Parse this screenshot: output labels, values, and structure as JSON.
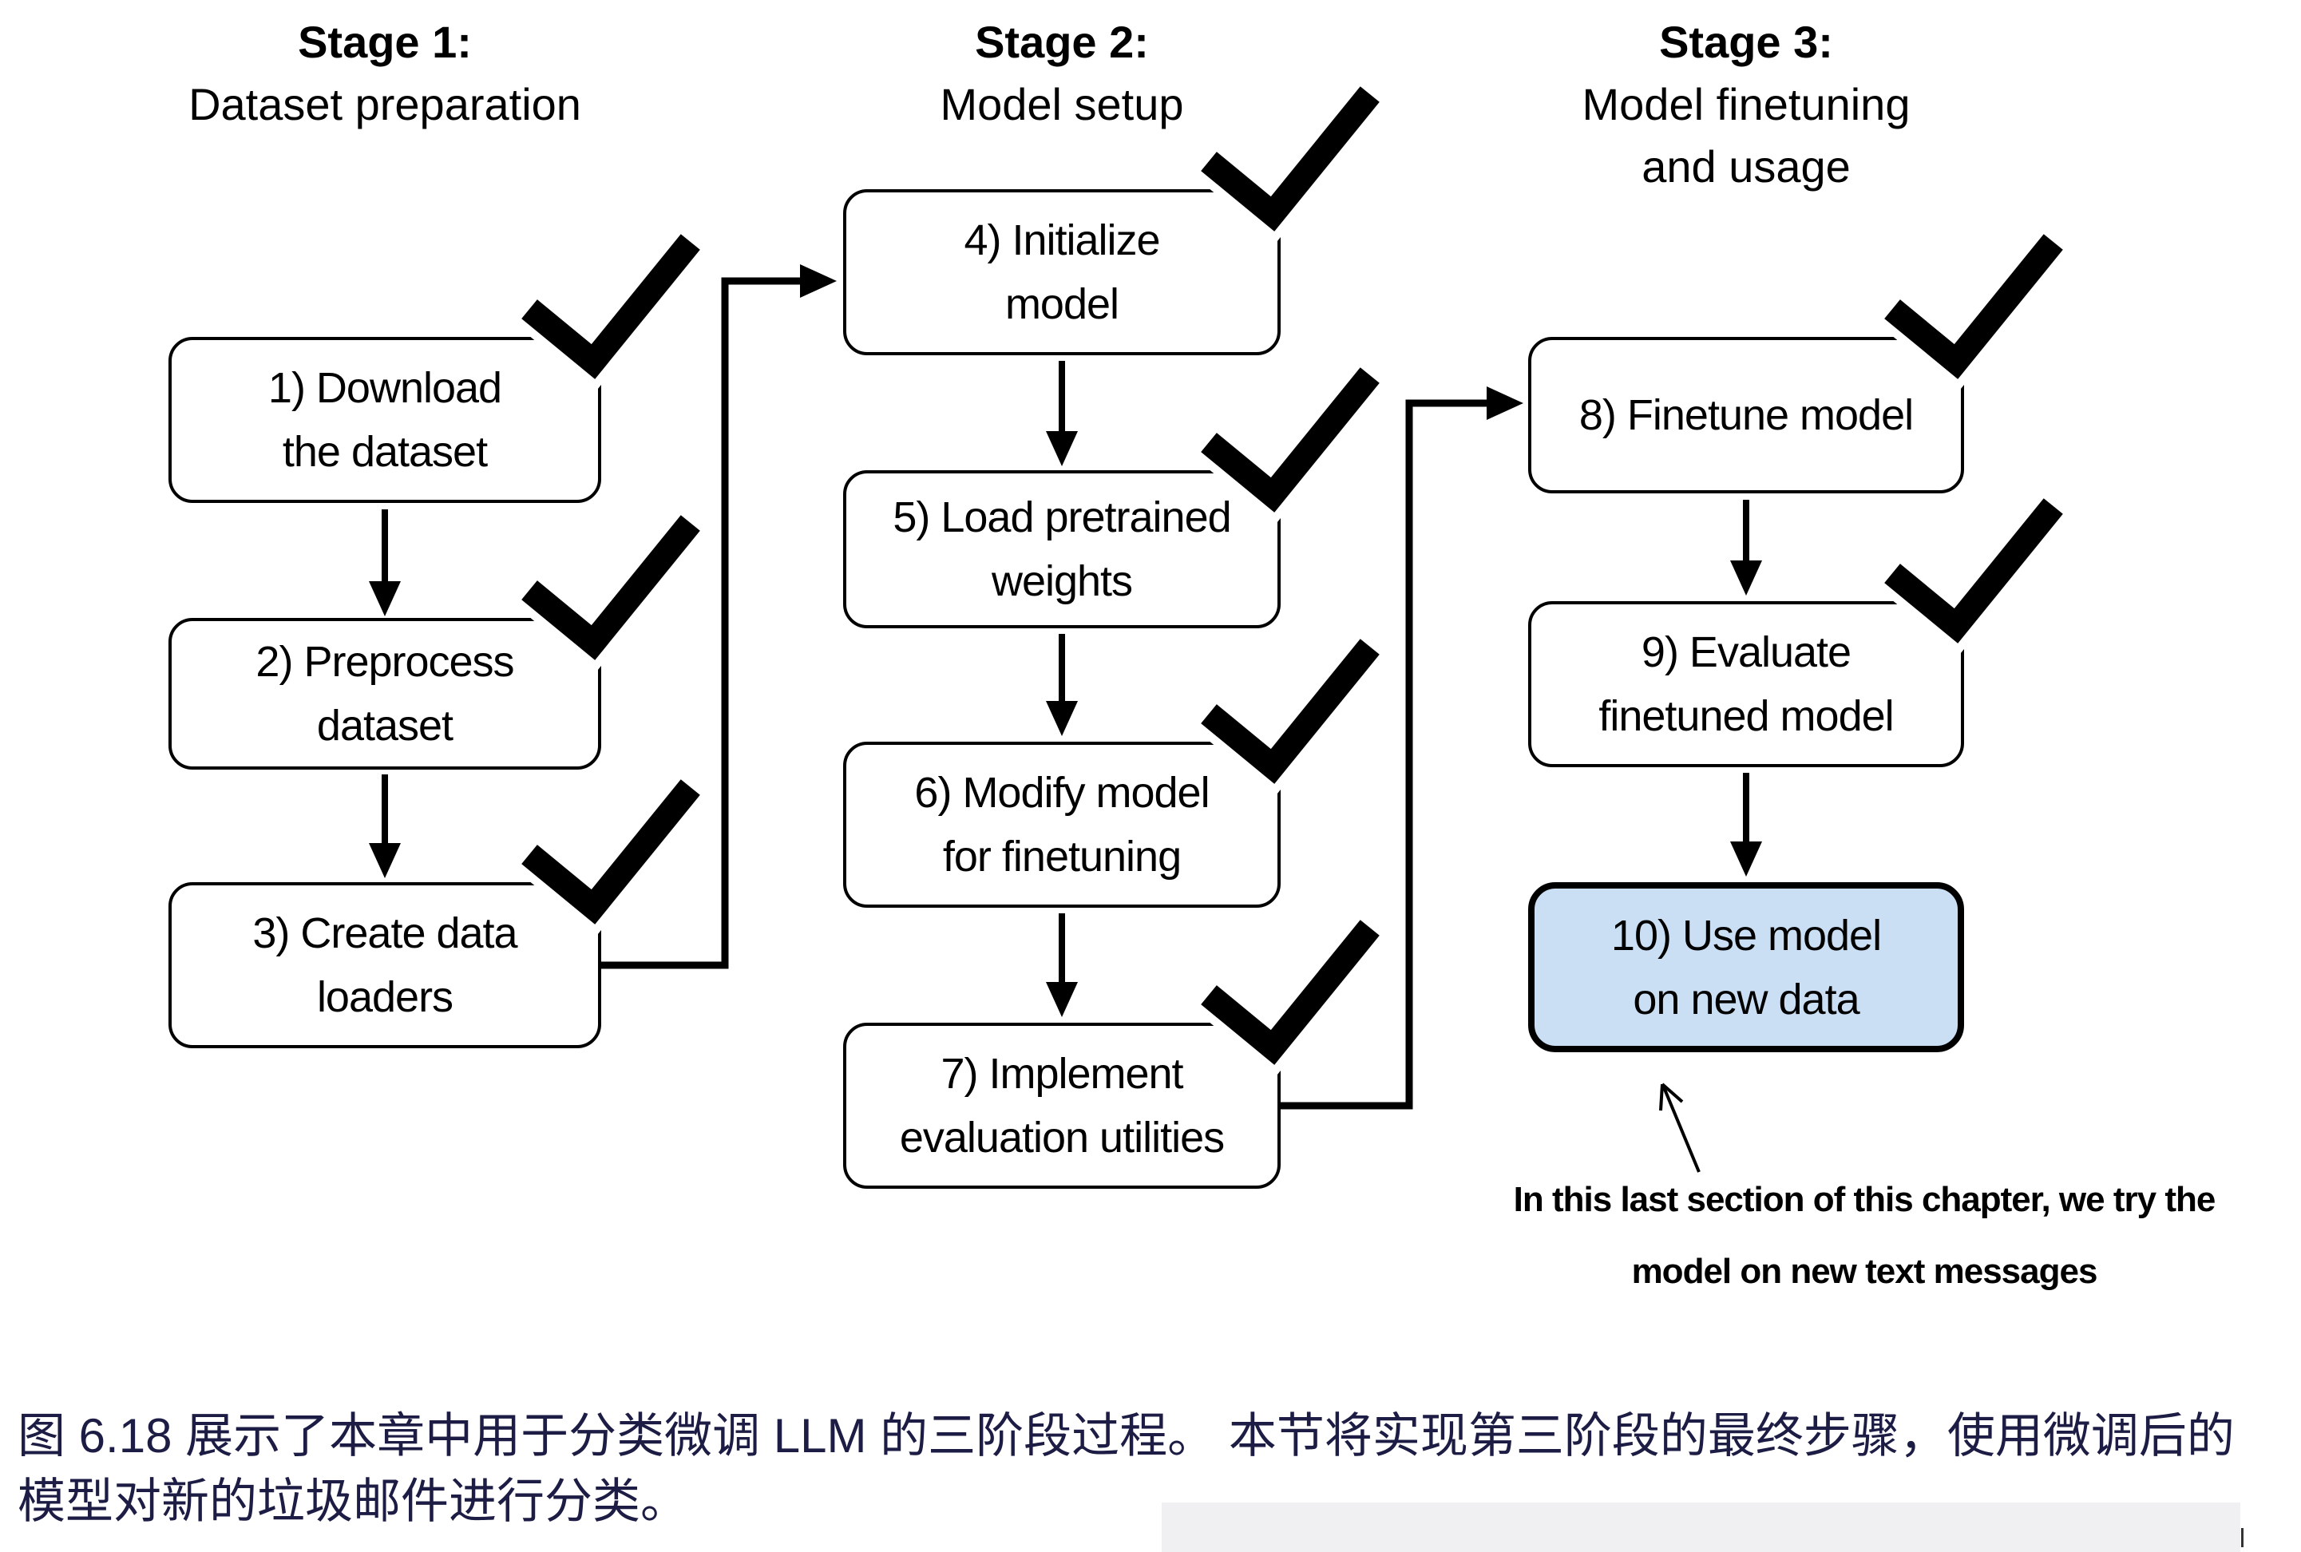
{
  "figure": {
    "stage_headers": [
      {
        "title": "Stage 1:",
        "line2": "Dataset preparation",
        "line3": ""
      },
      {
        "title": "Stage 2:",
        "line2": "Model setup",
        "line3": ""
      },
      {
        "title": "Stage 3:",
        "line2": "Model finetuning",
        "line3": "and usage"
      }
    ],
    "boxes": [
      {
        "line1": "1) Download",
        "line2": "the dataset",
        "checked": true
      },
      {
        "line1": "2) Preprocess",
        "line2": "dataset",
        "checked": true
      },
      {
        "line1": "3) Create data",
        "line2": "loaders",
        "checked": true
      },
      {
        "line1": "4) Initialize",
        "line2": "model",
        "checked": true
      },
      {
        "line1": "5) Load pretrained",
        "line2": "weights",
        "checked": true
      },
      {
        "line1": "6) Modify model",
        "line2": "for finetuning",
        "checked": true
      },
      {
        "line1": "7) Implement",
        "line2": "evaluation utilities",
        "checked": true
      },
      {
        "line1": "8) Finetune model",
        "line2": "",
        "checked": true
      },
      {
        "line1": "9) Evaluate",
        "line2": "finetuned model",
        "checked": true
      },
      {
        "line1": "10) Use model",
        "line2": "on new data",
        "checked": false,
        "highlighted": true
      }
    ],
    "annotation": {
      "line1": "In this last section of this chapter, we try the",
      "line2": "model on new text messages"
    },
    "caption": {
      "line1": "图 6.18 展示了本章中用于分类微调 LLM 的三阶段过程。 本节将实现第三阶段的最终步骤，使用微调后的",
      "line2": "模型对新的垃圾邮件进行分类。"
    },
    "icons": {
      "check": "check-icon",
      "arrow_down": "arrow-down-icon",
      "arrow_right": "arrow-right-icon",
      "arrow_up": "arrow-up-icon"
    },
    "colors": {
      "ink": "#000000",
      "highlight_fill": "#cbdff4",
      "caption_text": "#1c1c44",
      "artifact_gray": "#f0eff1",
      "background": "#ffffff"
    }
  }
}
